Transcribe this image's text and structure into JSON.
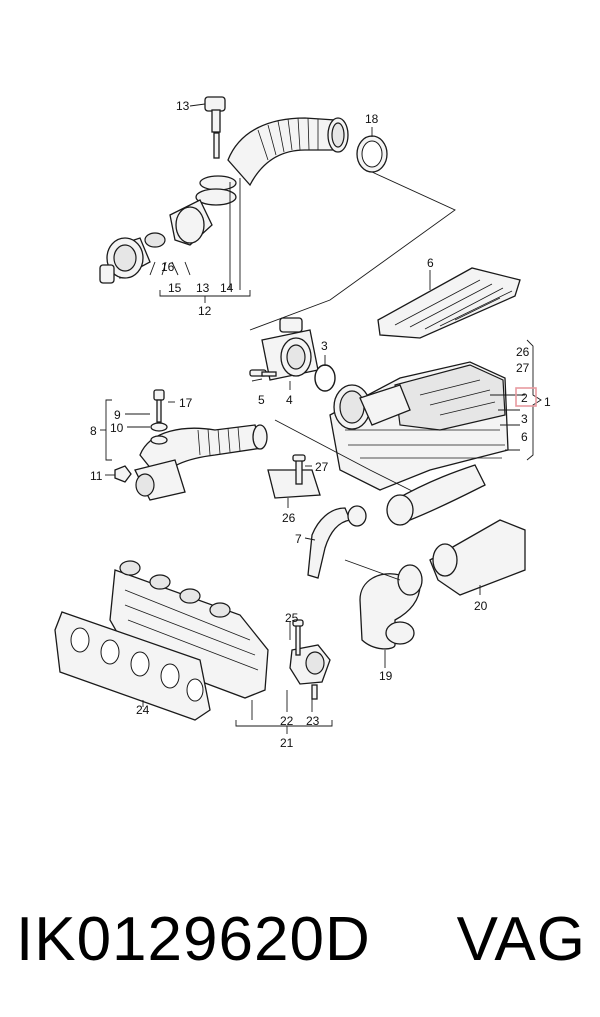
{
  "callouts": {
    "c1": "1",
    "c2": "2",
    "c3": "3",
    "c3b": "3",
    "c4": "4",
    "c5": "5",
    "c6": "6",
    "c6b": "6",
    "c7": "7",
    "c8": "8",
    "c9": "9",
    "c10": "10",
    "c11": "11",
    "c12": "12",
    "c13a": "13",
    "c13b": "13",
    "c14": "14",
    "c15": "15",
    "c16": "16",
    "c17": "17",
    "c18": "18",
    "c19": "19",
    "c20": "20",
    "c21": "21",
    "c22": "22",
    "c23": "23",
    "c24": "24",
    "c25": "25",
    "c26a": "26",
    "c26b": "26",
    "c27a": "27",
    "c27b": "27"
  },
  "highlight_color": "#e89aa0",
  "footer": {
    "part_number": "IK0129620D",
    "brand": "VAG"
  }
}
